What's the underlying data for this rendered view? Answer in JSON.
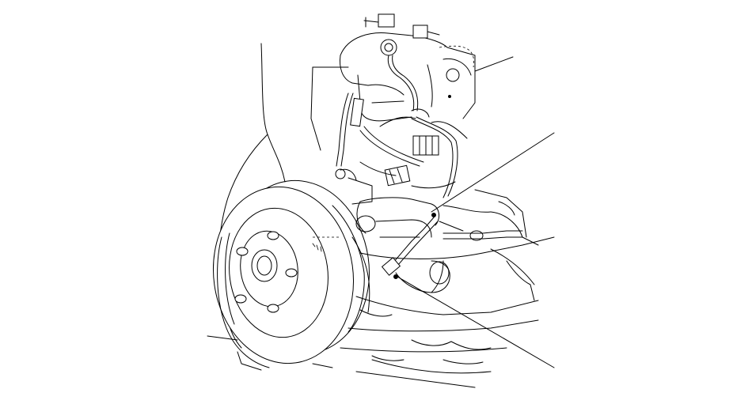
{
  "figure": {
    "kind": "technical-line-drawing",
    "subject": "front-suspension-brake-assembly",
    "line_color": "#000000",
    "background_color": "#ffffff",
    "callouts": [
      {
        "id": "callout-1",
        "target": "strut-tower-upper-area",
        "label": ""
      },
      {
        "id": "callout-2",
        "target": "abs-sensor-harness-connector",
        "label": ""
      },
      {
        "id": "callout-3",
        "target": "wheel-speed-sensor",
        "label": ""
      }
    ]
  }
}
